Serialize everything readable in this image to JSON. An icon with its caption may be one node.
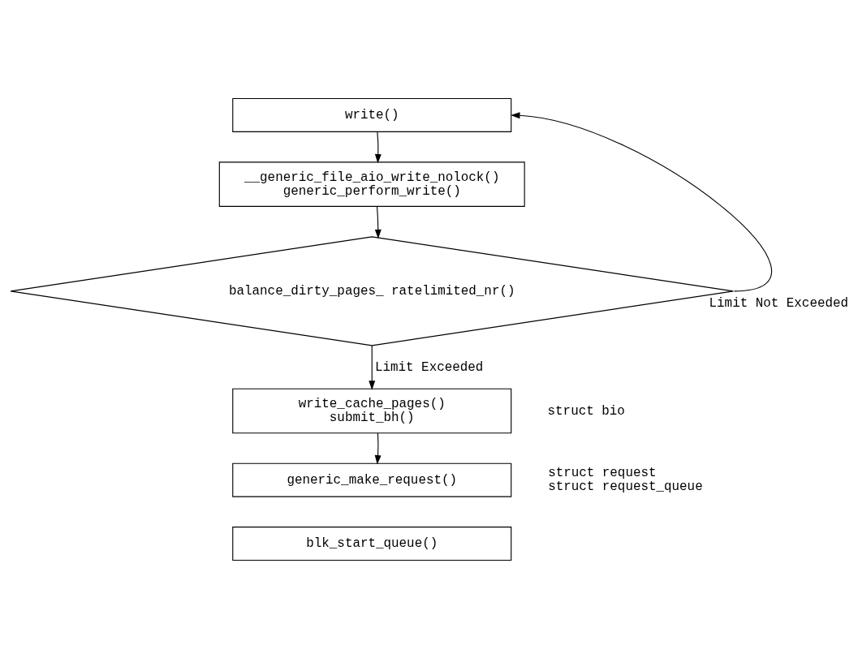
{
  "diagram": {
    "nodes": [
      {
        "text": [
          "write()"
        ]
      },
      {
        "text": [
          "__generic_file_aio_write_nolock()",
          "generic_perform_write()"
        ]
      },
      {
        "text": [
          "balance_dirty_pages_ ratelimited_nr()"
        ]
      },
      {
        "text": [
          "write_cache_pages()",
          "submit_bh()"
        ],
        "beside": [
          "struct bio"
        ]
      },
      {
        "text": [
          "generic_make_request()"
        ],
        "beside": [
          "struct request",
          "struct request_queue"
        ]
      },
      {
        "text": [
          "blk_start_queue()"
        ]
      }
    ],
    "edges": [
      {
        "from": 0,
        "to": 1,
        "arrow": "to"
      },
      {
        "from": 1,
        "to": 2,
        "arrow": "to"
      },
      {
        "from": 2,
        "to": 0,
        "arrow": "to",
        "label": "Limit Not Exceeded"
      },
      {
        "from": 2,
        "to": 3,
        "arrow": "to",
        "label": "Limit Exceeded"
      },
      {
        "from": 3,
        "to": 4,
        "arrow": "to"
      }
    ]
  }
}
